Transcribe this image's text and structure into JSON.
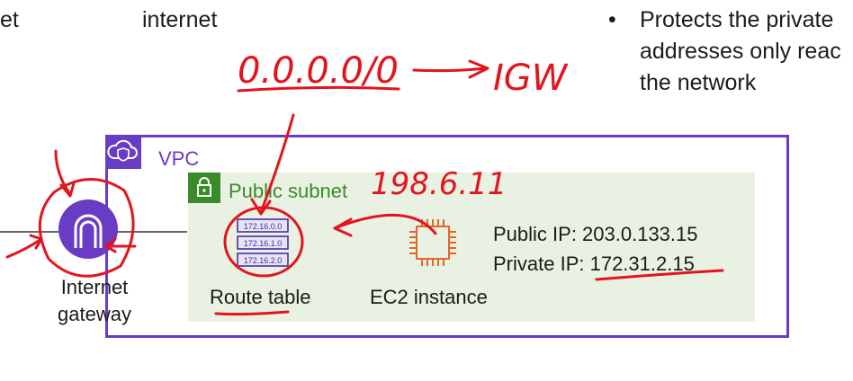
{
  "top_text": {
    "left_fragment": "et",
    "middle": "internet",
    "bullet": "•",
    "right_lines": [
      "Protects the private",
      "addresses only reac",
      "the network"
    ]
  },
  "vpc": {
    "label": "VPC"
  },
  "subnet": {
    "label": "Public subnet"
  },
  "internet_gateway": {
    "label_line1": "Internet",
    "label_line2": "gateway"
  },
  "route_table": {
    "label": "Route table",
    "entries": [
      "172.16.0.0",
      "172.16.1.0",
      "172.16.2.0"
    ]
  },
  "ec2": {
    "label": "EC2 instance",
    "public_ip": "Public IP: 203.0.133.15",
    "private_ip": "Private IP: 172.31.2.15"
  },
  "annotations": {
    "route": "0.0.0.0/0",
    "target": "IGW",
    "address": "198.6.11"
  },
  "colors": {
    "vpc": "#693cc5",
    "subnet": "#3b8a2a",
    "subnet_fill": "#e9f1e3",
    "ec2_icon": "#e0672a",
    "ink": "#e3141b"
  }
}
